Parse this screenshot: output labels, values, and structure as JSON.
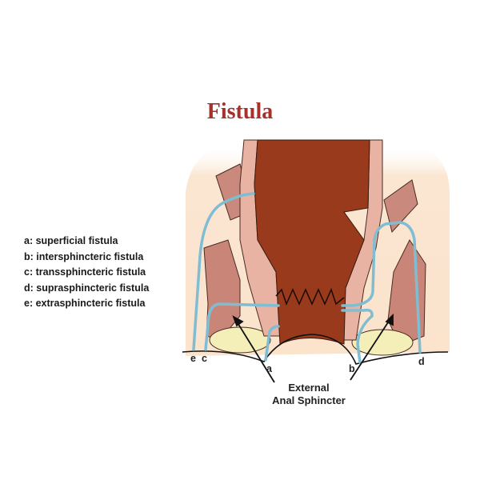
{
  "title": "Fistula",
  "legend": [
    "a: superficial fistula",
    "b: intersphincteric fistula",
    "c: transsphincteric fistula",
    "d: suprasphincteric fistula",
    "e: extrasphincteric fistula"
  ],
  "labels": {
    "a": "a",
    "b": "b",
    "c": "c",
    "d": "d",
    "e": "e"
  },
  "caption": {
    "line1": "External",
    "line2": "Anal Sphincter"
  },
  "colors": {
    "title": "#a6302b",
    "fistula_path": "#7fbdd3",
    "rectum": "#9a3a1c",
    "background": "#fbe6d2"
  }
}
